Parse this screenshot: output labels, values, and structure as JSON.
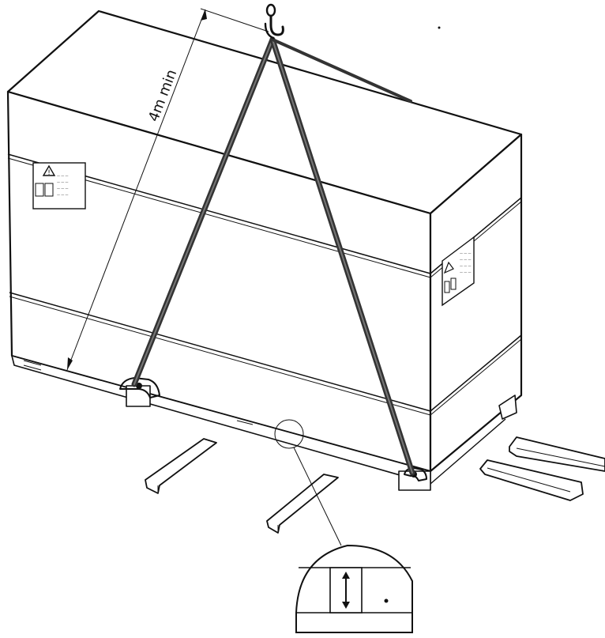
{
  "diagram": {
    "dimension_label": "4m min",
    "labels_side_a": [
      "— — —",
      "— — —",
      "— — —",
      "— — —"
    ],
    "labels_side_b": [
      "— — —",
      "— — —",
      "— — —",
      "— — —"
    ],
    "forklift_slots": 4,
    "lifting_points": 2
  }
}
